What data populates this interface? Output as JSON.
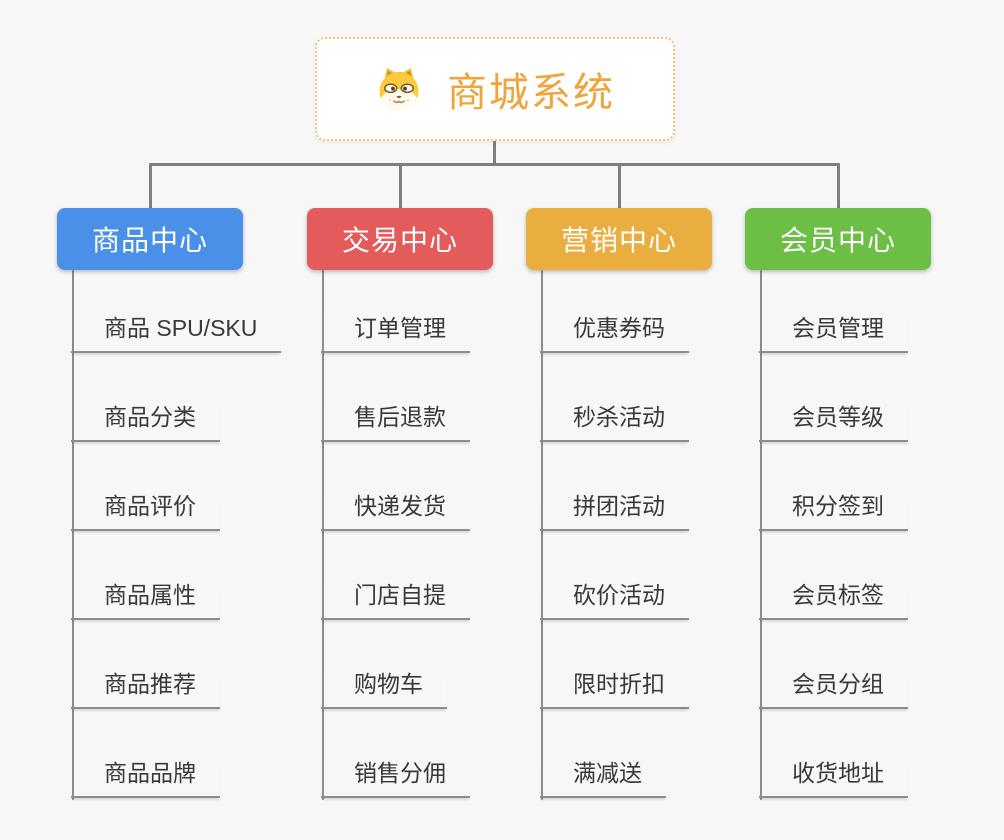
{
  "root": {
    "title": "商城系统",
    "icon": "dog-face-icon",
    "text_color": "#f0a53c",
    "border_color": "#f6c36b",
    "background": "#ffffff"
  },
  "connector_color": "#7f7f7f",
  "underline_color": "#8c8c8c",
  "canvas_background": "#f7f7f7",
  "branches": [
    {
      "label": "商品中心",
      "color": "#4a90e8",
      "items": [
        "商品 SPU/SKU",
        "商品分类",
        "商品评价",
        "商品属性",
        "商品推荐",
        "商品品牌"
      ]
    },
    {
      "label": "交易中心",
      "color": "#e45b5b",
      "items": [
        "订单管理",
        "售后退款",
        "快递发货",
        "门店自提",
        "购物车",
        "销售分佣"
      ]
    },
    {
      "label": "营销中心",
      "color": "#eaad40",
      "items": [
        "优惠券码",
        "秒杀活动",
        "拼团活动",
        "砍价活动",
        "限时折扣",
        "满减送"
      ]
    },
    {
      "label": "会员中心",
      "color": "#6cbe45",
      "items": [
        "会员管理",
        "会员等级",
        "积分签到",
        "会员标签",
        "会员分组",
        "收货地址"
      ]
    }
  ]
}
